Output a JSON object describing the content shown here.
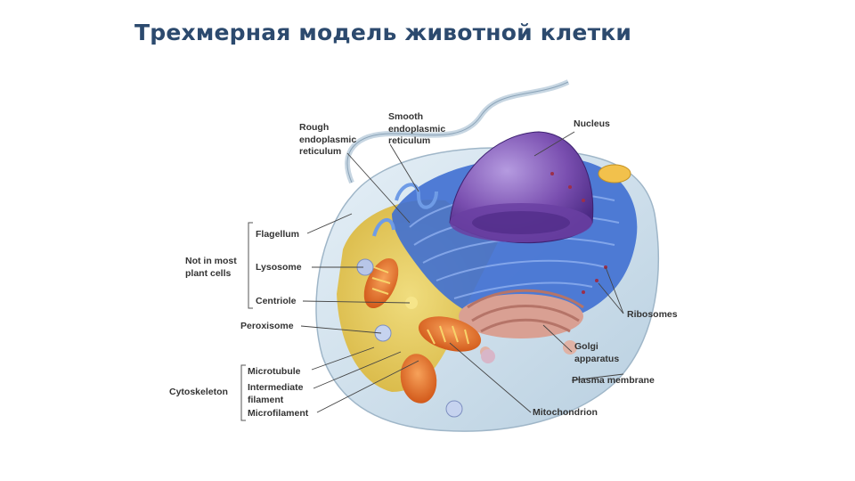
{
  "title": "Трехмерная модель животной клетки",
  "labels": {
    "rough_er": [
      "Rough",
      "endoplasmic",
      "reticulum"
    ],
    "smooth_er": [
      "Smooth",
      "endoplasmic",
      "reticulum"
    ],
    "nucleus": "Nucleus",
    "flagellum": "Flagellum",
    "not_in_most": [
      "Not in most",
      "plant cells"
    ],
    "lysosome": "Lysosome",
    "centriole": "Centriole",
    "peroxisome": "Peroxisome",
    "ribosomes": "Ribosomes",
    "golgi": [
      "Golgi",
      "apparatus"
    ],
    "microtubule": "Microtubule",
    "intermediate": [
      "Intermediate",
      "filament"
    ],
    "microfilament": "Microfilament",
    "cytoskeleton": "Cytoskeleton",
    "plasma_membrane": "Plasma membrane",
    "mitochondrion": "Mitochondrion"
  },
  "colors": {
    "title": "#2c4a6e",
    "nucleus": "#7a4fb0",
    "er": "#3f6fd1",
    "golgi": "#d9a093",
    "mitochondria": "#e8742a",
    "cytoplasm": "#e6c84a",
    "membrane": "#c9dcea"
  }
}
